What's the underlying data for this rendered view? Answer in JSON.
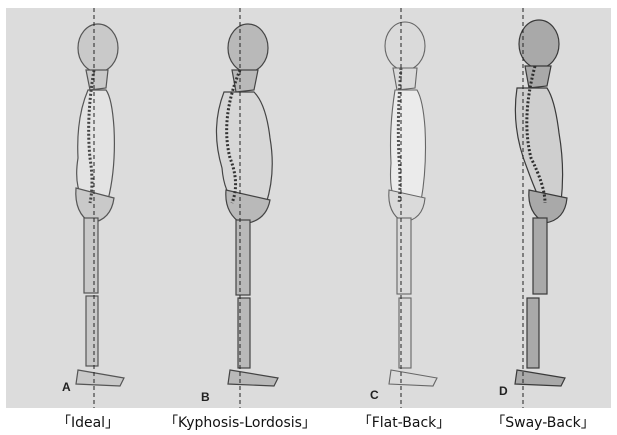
{
  "panels": [
    {
      "letter": "A",
      "caption": "「Ideal」"
    },
    {
      "letter": "B",
      "caption": "「Kyphosis-Lordosis」"
    },
    {
      "letter": "C",
      "caption": "「Flat-Back」"
    },
    {
      "letter": "D",
      "caption": "「Sway-Back」"
    }
  ]
}
